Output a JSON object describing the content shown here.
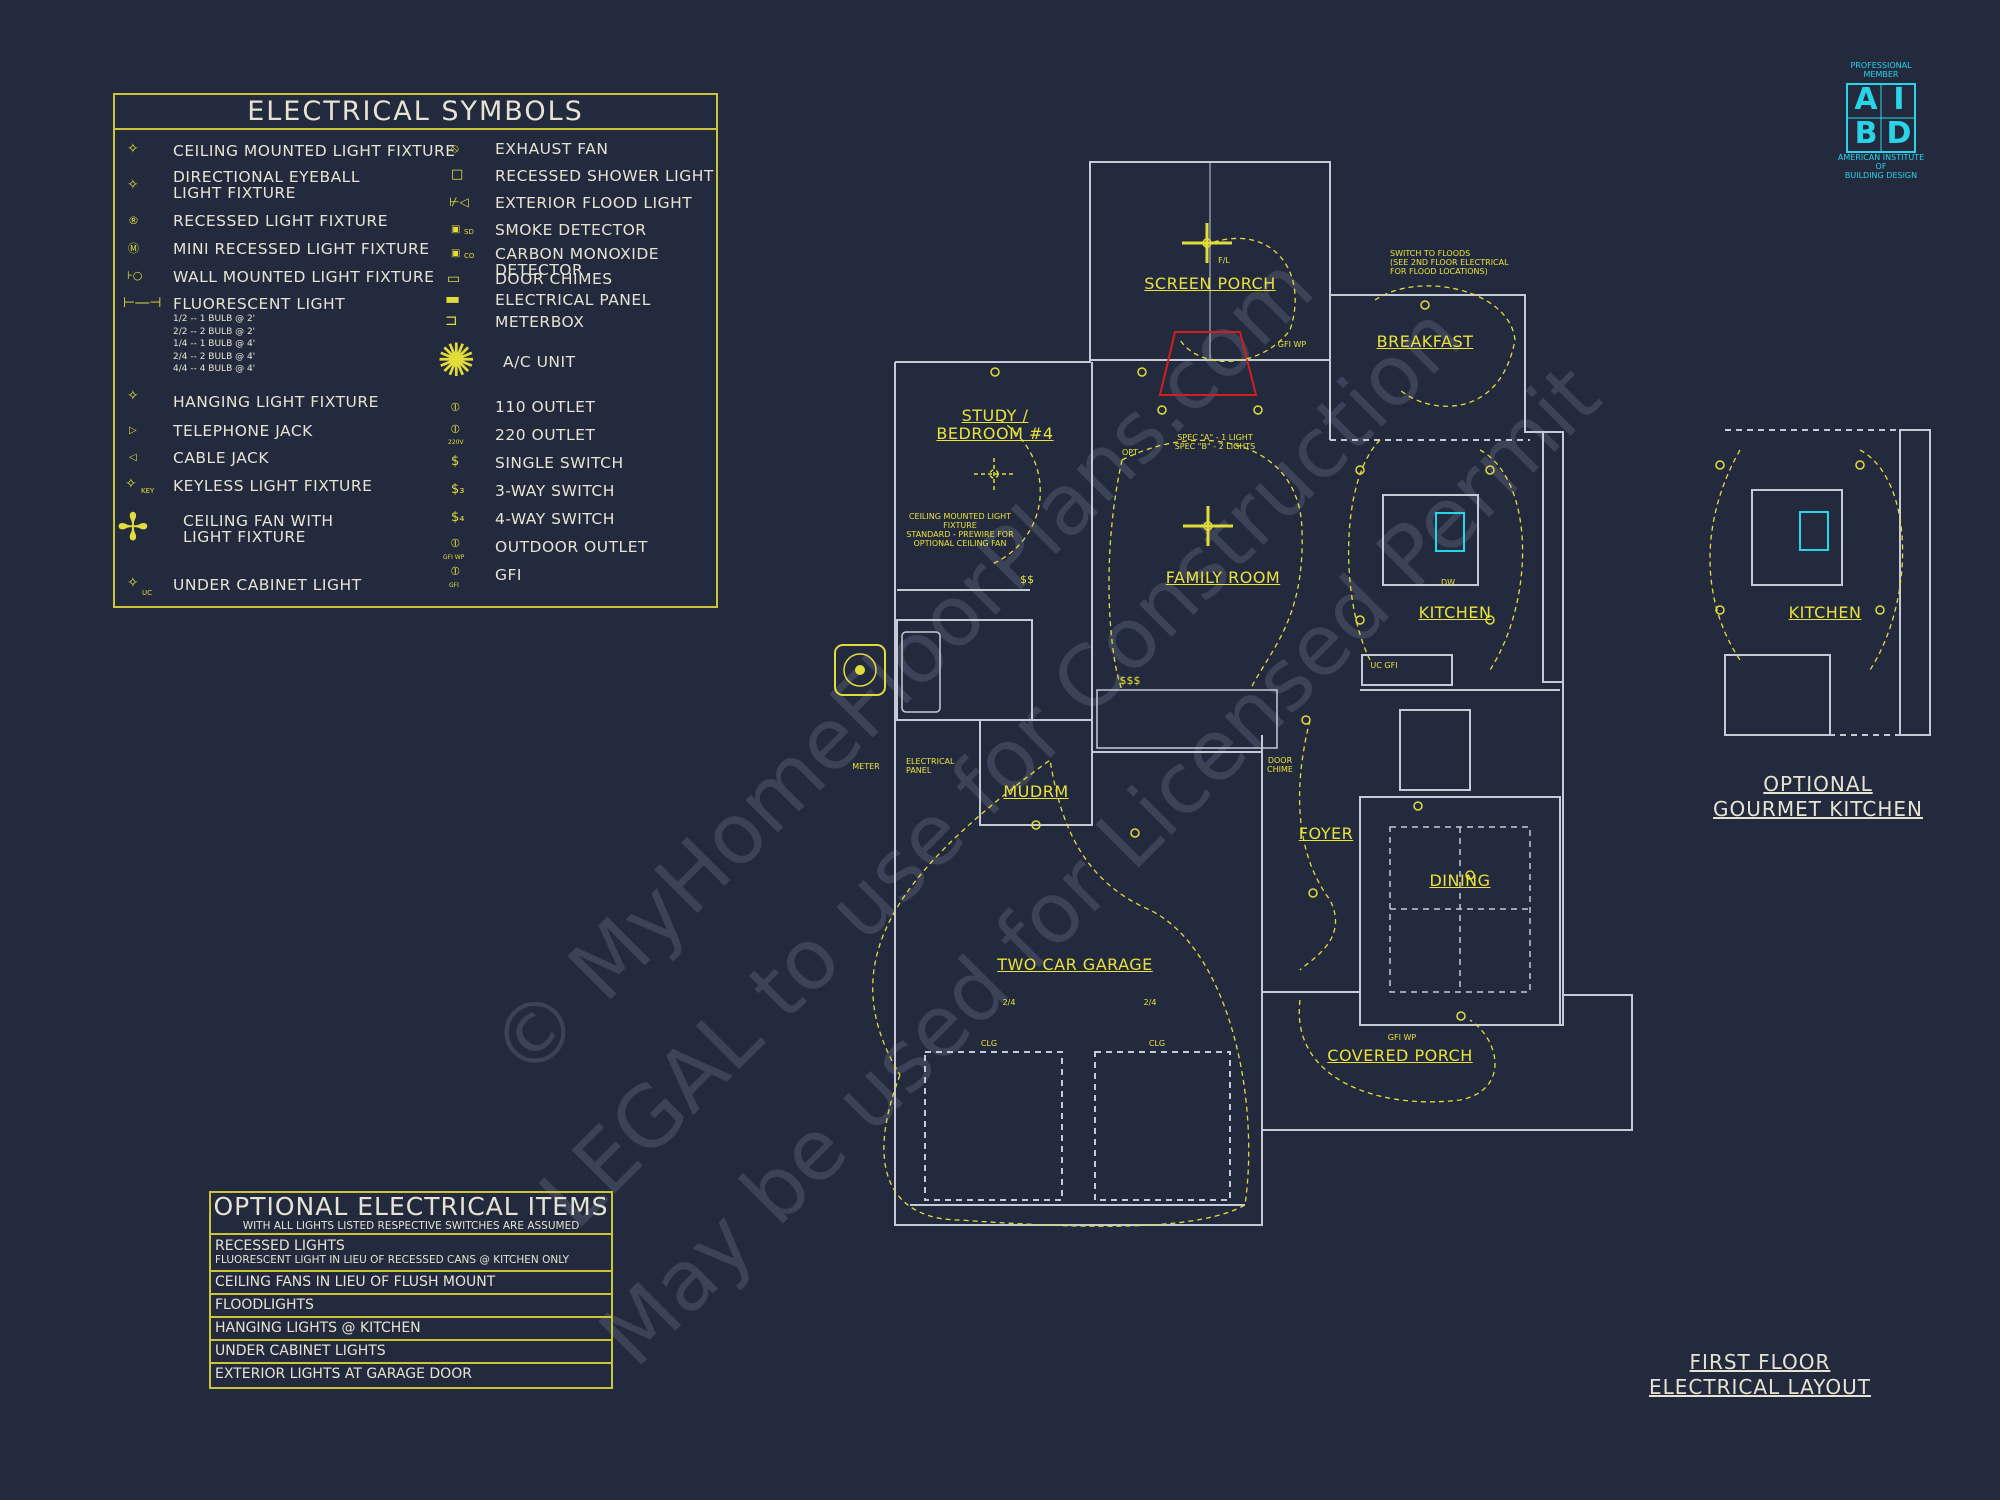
{
  "legend": {
    "title": "ELECTRICAL SYMBOLS",
    "left_items": [
      {
        "icon": "ceiling-light-icon",
        "label": "CEILING MOUNTED LIGHT FIXTURE"
      },
      {
        "icon": "eyeball-light-icon",
        "label": "DIRECTIONAL EYEBALL\nLIGHT FIXTURE"
      },
      {
        "icon": "recessed-light-icon",
        "label": "RECESSED LIGHT FIXTURE"
      },
      {
        "icon": "mini-recessed-light-icon",
        "label": "MINI RECESSED LIGHT FIXTURE"
      },
      {
        "icon": "wall-light-icon",
        "label": "WALL MOUNTED LIGHT FIXTURE"
      },
      {
        "icon": "fluorescent-light-icon",
        "label": "FLUORESCENT LIGHT"
      },
      {
        "icon": "hanging-light-icon",
        "label": "HANGING LIGHT FIXTURE"
      },
      {
        "icon": "telephone-jack-icon",
        "label": "TELEPHONE JACK"
      },
      {
        "icon": "cable-jack-icon",
        "label": "CABLE JACK"
      },
      {
        "icon": "keyless-light-icon",
        "label": "KEYLESS LIGHT FIXTURE"
      },
      {
        "icon": "ceiling-fan-icon",
        "label": "CEILING FAN WITH\nLIGHT FIXTURE"
      },
      {
        "icon": "under-cabinet-light-icon",
        "label": "UNDER CABINET LIGHT"
      }
    ],
    "fluorescent_sub": "1/2 -- 1 BULB @ 2'\n2/2 -- 2 BULB @ 2'\n1/4 -- 1 BULB @ 4'\n2/4 -- 2 BULB @ 4'\n4/4 -- 4 BULB @ 4'",
    "right_items": [
      {
        "icon": "exhaust-fan-icon",
        "label": "EXHAUST FAN"
      },
      {
        "icon": "recessed-shower-light-icon",
        "label": "RECESSED SHOWER LIGHT"
      },
      {
        "icon": "flood-light-icon",
        "label": "EXTERIOR FLOOD LIGHT"
      },
      {
        "icon": "smoke-detector-icon",
        "label": "SMOKE DETECTOR"
      },
      {
        "icon": "co-detector-icon",
        "label": "CARBON MONOXIDE DETECTOR"
      },
      {
        "icon": "door-chimes-icon",
        "label": "DOOR CHIMES"
      },
      {
        "icon": "electrical-panel-icon",
        "label": "ELECTRICAL PANEL"
      },
      {
        "icon": "meterbox-icon",
        "label": "METERBOX"
      },
      {
        "icon": "ac-unit-icon",
        "label": "A/C UNIT"
      },
      {
        "icon": "outlet-110-icon",
        "label": "110 OUTLET"
      },
      {
        "icon": "outlet-220-icon",
        "label": "220 OUTLET"
      },
      {
        "icon": "single-switch-icon",
        "label": "SINGLE SWITCH"
      },
      {
        "icon": "three-way-switch-icon",
        "label": "3-WAY SWITCH"
      },
      {
        "icon": "four-way-switch-icon",
        "label": "4-WAY SWITCH"
      },
      {
        "icon": "outdoor-outlet-icon",
        "label": "OUTDOOR OUTLET"
      },
      {
        "icon": "gfi-icon",
        "label": "GFI"
      }
    ],
    "sym_sd": "SD",
    "sym_co": "CO",
    "sym_220v": "220V",
    "sym_gfi_wp": "GFI WP",
    "sym_gfi": "GFI",
    "sym_key": "KEY",
    "sym_uc": "UC"
  },
  "optional_items": {
    "title": "OPTIONAL ELECTRICAL ITEMS",
    "subtitle": "WITH ALL LIGHTS LISTED RESPECTIVE SWITCHES ARE ASSUMED",
    "rows": [
      {
        "label": "RECESSED LIGHTS",
        "note": "FLUORESCENT LIGHT IN LIEU OF RECESSED CANS @ KITCHEN ONLY"
      },
      {
        "label": "CEILING FANS IN LIEU OF FLUSH MOUNT",
        "note": ""
      },
      {
        "label": "FLOODLIGHTS",
        "note": ""
      },
      {
        "label": "HANGING LIGHTS @ KITCHEN",
        "note": ""
      },
      {
        "label": "UNDER CABINET LIGHTS",
        "note": ""
      },
      {
        "label": "EXTERIOR LIGHTS AT GARAGE DOOR",
        "note": ""
      }
    ]
  },
  "plan": {
    "rooms": {
      "screen_porch": "SCREEN PORCH",
      "breakfast": "BREAKFAST",
      "study": "STUDY /",
      "bedroom": "BEDROOM #4",
      "family_room": "FAMILY ROOM",
      "kitchen": "KITCHEN",
      "mudrm": "MUDRM",
      "foyer": "FOYER",
      "dining": "DINING",
      "garage": "TWO CAR GARAGE",
      "covered_porch": "COVERED PORCH"
    },
    "notes": {
      "floods": "SWITCH TO FLOODS\n(SEE 2ND FLOOR ELECTRICAL\nFOR FLOOD LOCATIONS)",
      "study_fan": "CEILING MOUNTED LIGHT FIXTURE\nSTANDARD - PREWIRE FOR\nOPTIONAL CEILING FAN",
      "spec": "SPEC \"A\" - 1 LIGHT\nSPEC \"B\" - 2 LIGHTS",
      "meter": "METER",
      "panel": "ELECTRICAL\nPANEL",
      "door_chime": "DOOR\nCHIME",
      "opt": "OPT",
      "fl": "F/L",
      "clg": "CLG",
      "size_24": "2/4",
      "gfi_wp": "GFI WP",
      "sss": "$$$",
      "ss": "$$",
      "dw": "DW",
      "uc_gfi": "UC GFI"
    }
  },
  "gourmet": {
    "kitchen": "KITCHEN",
    "caption_line1": "OPTIONAL",
    "caption_line2": "GOURMET KITCHEN"
  },
  "layout_title": {
    "line1": "FIRST FLOOR",
    "line2": "ELECTRICAL LAYOUT"
  },
  "badge": {
    "top": "PROFESSIONAL\nMEMBER",
    "letters_a": "A",
    "letters_i": "I",
    "letters_b": "B",
    "letters_d": "D",
    "bottom": "AMERICAN INSTITUTE\nOF\nBUILDING DESIGN"
  },
  "watermark": {
    "line1": "© MyHomeFloorPlans.com",
    "line2": "LEGAL to use for Construction",
    "line3": "May be used for Licensed Permit"
  },
  "colors": {
    "background": "#232a3e",
    "wall": "#c6cad6",
    "electrical": "#e2dc3a",
    "badge": "#29d4e8",
    "fireplace": "#d21e1e"
  }
}
